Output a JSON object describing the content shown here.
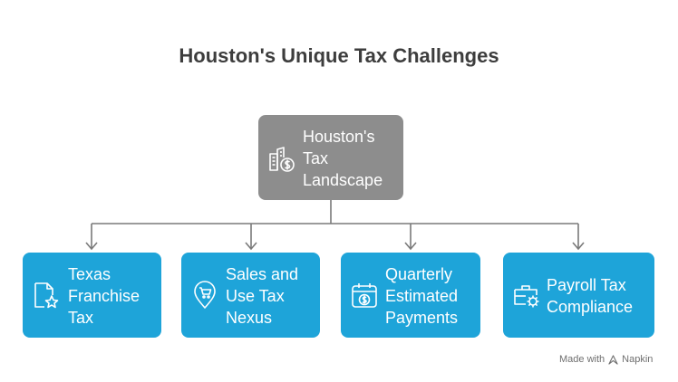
{
  "title": "Houston's Unique Tax Challenges",
  "root": {
    "lines": [
      "Houston's",
      "Tax",
      "Landscape"
    ],
    "icon": "city-dollar-icon"
  },
  "children": [
    {
      "lines": [
        "Texas",
        "Franchise",
        "Tax"
      ],
      "icon": "document-star-icon"
    },
    {
      "lines": [
        "Sales and",
        "Use Tax",
        "Nexus"
      ],
      "icon": "location-cart-icon"
    },
    {
      "lines": [
        "Quarterly",
        "Estimated",
        "Payments"
      ],
      "icon": "calendar-dollar-icon"
    },
    {
      "lines": [
        "Payroll Tax",
        "Compliance"
      ],
      "icon": "briefcase-gear-icon"
    }
  ],
  "footer": {
    "made_with": "Made with",
    "brand": "Napkin"
  },
  "colors": {
    "root_fill": "#8d8d8d",
    "child_fill": "#1ea4d9",
    "connector": "#7a7a7a",
    "title": "#3d3d3d"
  }
}
